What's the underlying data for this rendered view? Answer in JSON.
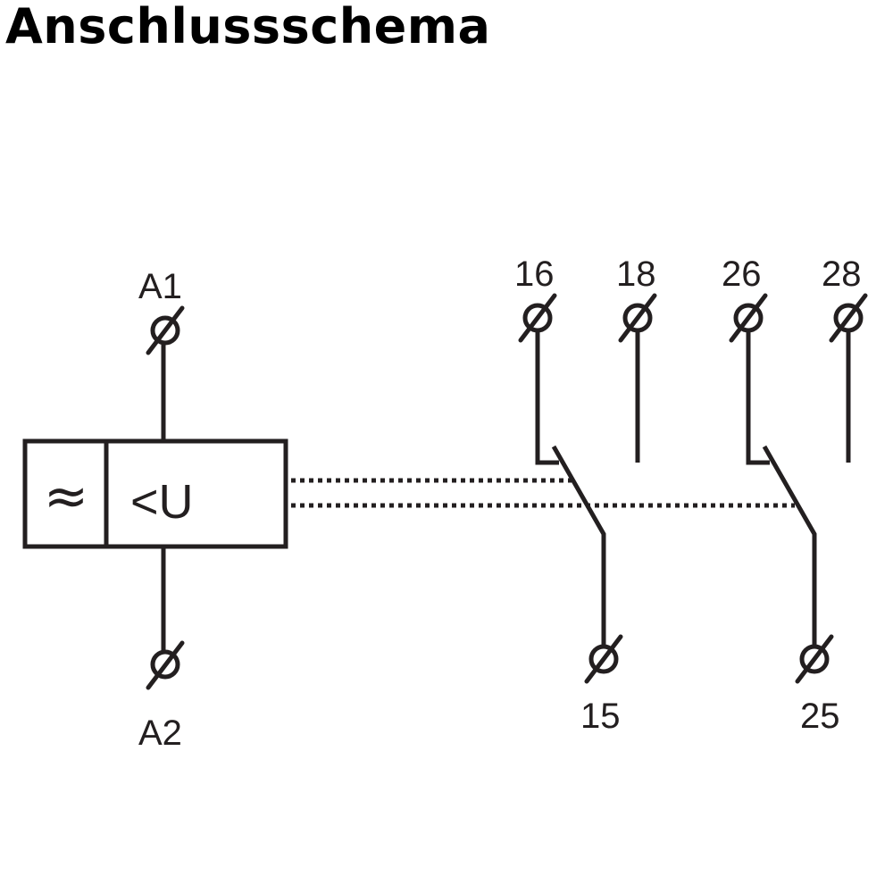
{
  "title": "Anschlussschema",
  "coil": {
    "supply_symbol": "≈",
    "function_label": "<U",
    "terminal_top": "A1",
    "terminal_bottom": "A2"
  },
  "contacts": [
    {
      "common": "15",
      "nc": "16",
      "no": "18"
    },
    {
      "common": "25",
      "nc": "26",
      "no": "28"
    }
  ],
  "icons": {
    "terminal": "terminal-screw-icon"
  },
  "colors": {
    "line": "#231f20",
    "title": "#000000",
    "background": "#ffffff"
  }
}
